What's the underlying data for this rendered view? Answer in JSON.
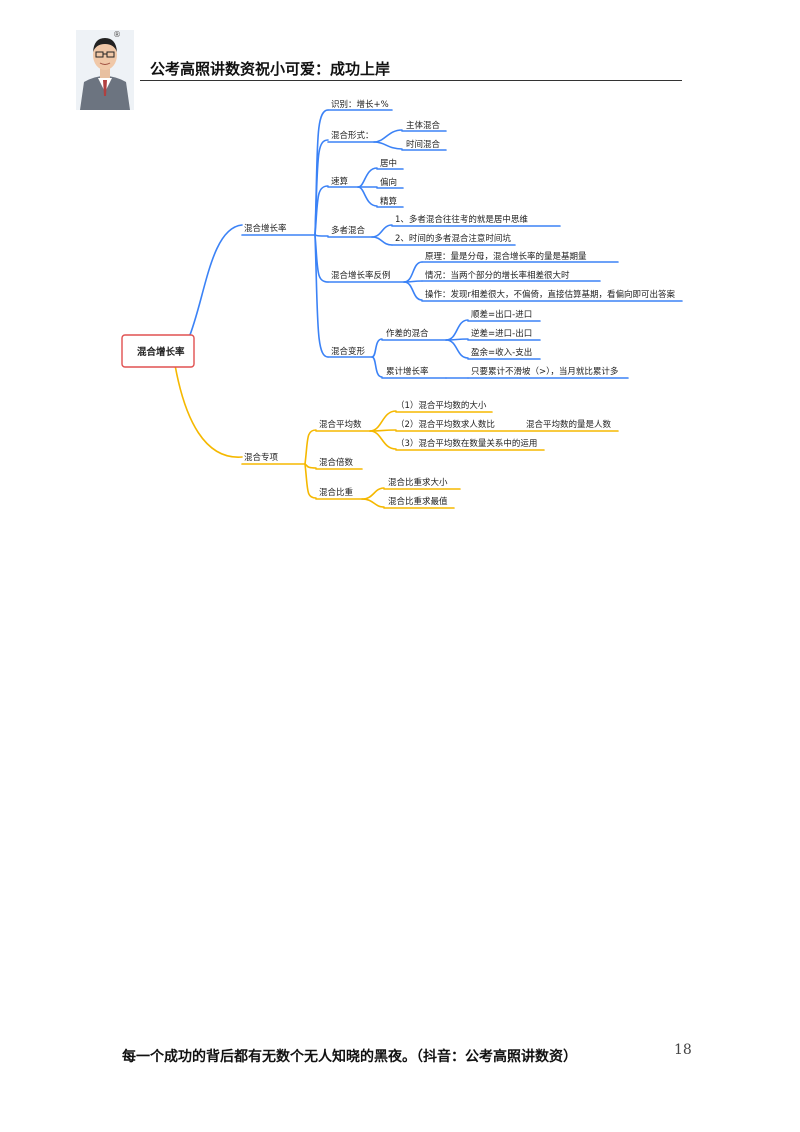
{
  "header": {
    "title": "公考高照讲数资祝小可爱：成功上岸"
  },
  "footer": {
    "motto": "每一个成功的背后都有无数个无人知晓的黑夜。（抖音：公考高照讲数资）",
    "page_number": "18"
  },
  "colors": {
    "blue": "#3b82f6",
    "yellow": "#f5b800",
    "root_border": "#e05050"
  },
  "mindmap": {
    "root": "混合增长率",
    "n1": "混合增长率",
    "n1_1": "识别：增长+%",
    "n1_2": "混合形式：",
    "n1_2_1": "主体混合",
    "n1_2_2": "时间混合",
    "n1_3": "速算",
    "n1_3_1": "居中",
    "n1_3_2": "偏向",
    "n1_3_3": "精算",
    "n1_4": "多者混合",
    "n1_4_1": "1、多者混合往往考的就是居中思维",
    "n1_4_2": "2、时间的多者混合注意时间坑",
    "n1_5": "混合增长率反例",
    "n1_5_1": "原理：量是分母，混合增长率的量是基期量",
    "n1_5_2": "情况：当两个部分的增长率相差很大时",
    "n1_5_3": "操作：发现r相差很大，不偏倚，直接估算基期，看偏向即可出答案",
    "n1_6": "混合变形",
    "n1_6_1": "作差的混合",
    "n1_6_1_1": "顺差=出口-进口",
    "n1_6_1_2": "逆差=进口-出口",
    "n1_6_1_3": "盈余=收入-支出",
    "n1_6_2": "累计增长率",
    "n1_6_2_1": "只要累计不滑坡（>），当月就比累计多",
    "n2": "混合专项",
    "n2_1": "混合平均数",
    "n2_1_1": "（1）混合平均数的大小",
    "n2_1_2": "（2）混合平均数求人数比",
    "n2_1_2_1": "混合平均数的量是人数",
    "n2_1_3": "（3）混合平均数在数量关系中的运用",
    "n2_2": "混合倍数",
    "n2_3": "混合比重",
    "n2_3_1": "混合比重求大小",
    "n2_3_2": "混合比重求最值"
  }
}
